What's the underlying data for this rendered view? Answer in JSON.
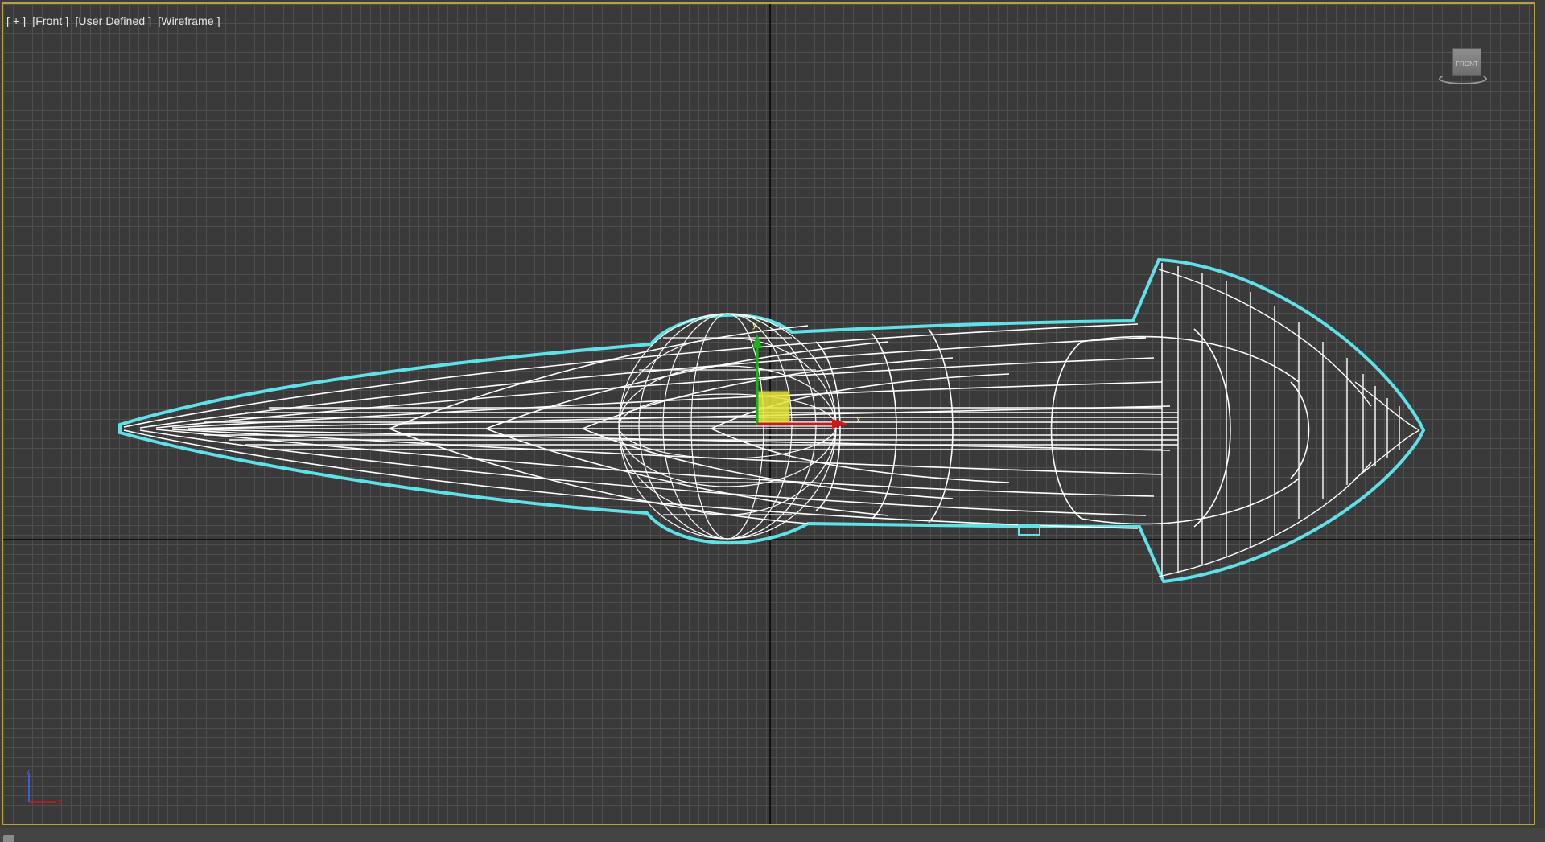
{
  "viewport": {
    "label_items": [
      "[ + ]",
      "[Front ]",
      "[User Defined ]",
      "[Wireframe ]"
    ],
    "viewcube_face": "FRONT",
    "gizmo_axis_x": "x",
    "gizmo_axis_y": "y",
    "tripod_axis_x": "x",
    "tripod_axis_z": "z"
  },
  "colors": {
    "border_active": "#b8a03e",
    "selection_outline": "#5fe1e8",
    "wireframe": "#ffffff",
    "gizmo_x": "#d01818",
    "gizmo_y": "#1ab31a",
    "gizmo_plane": "#e6e63a"
  }
}
